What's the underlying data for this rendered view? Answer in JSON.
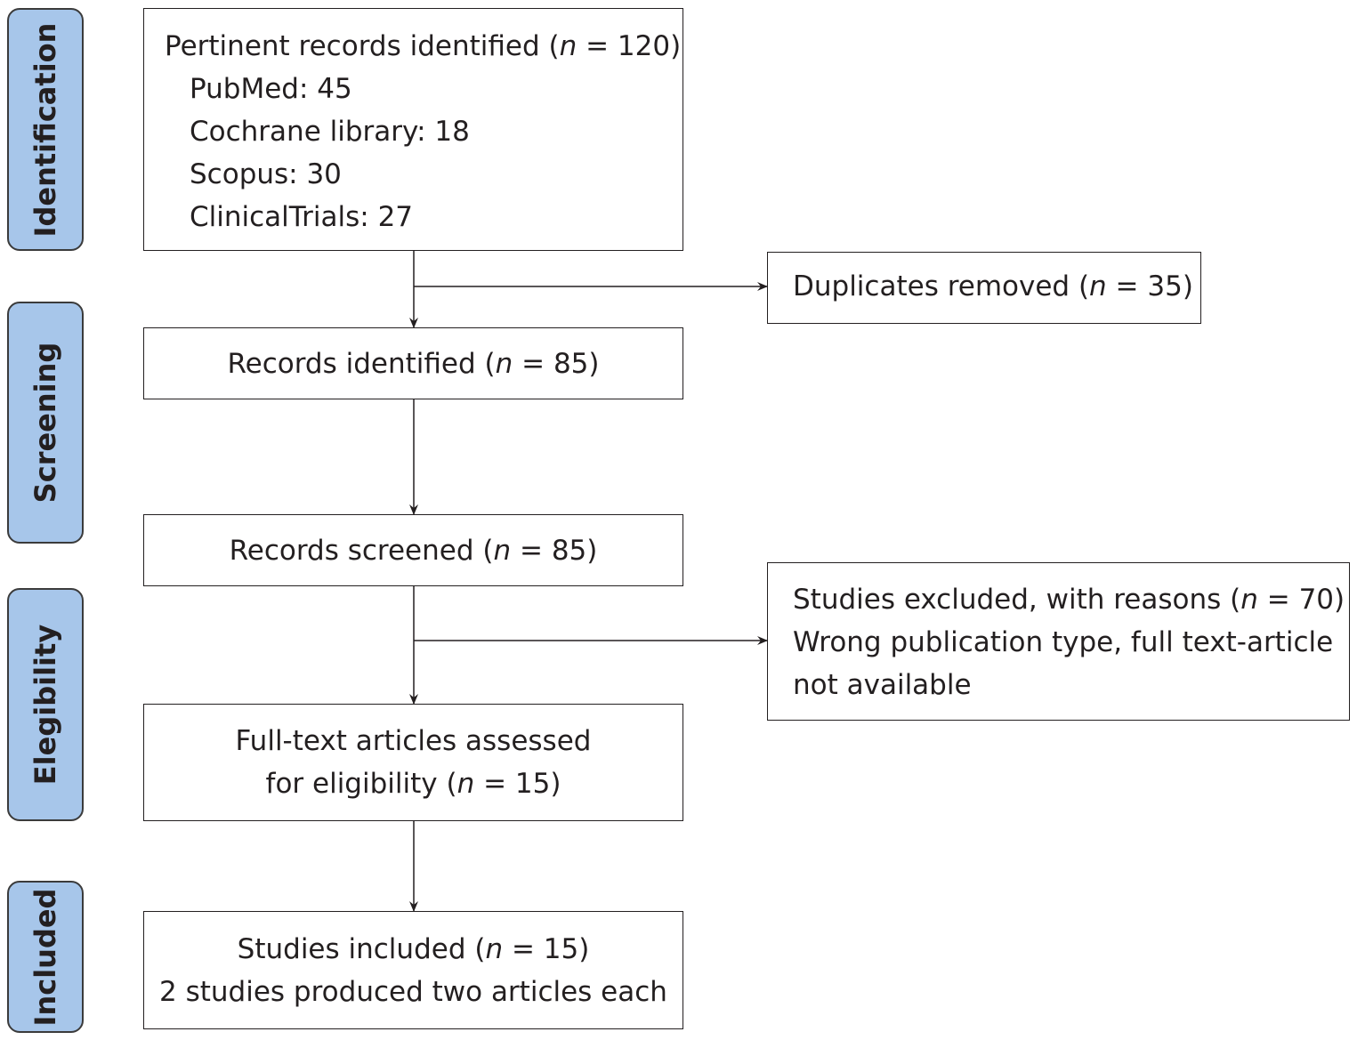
{
  "phases": {
    "identification": "Identification",
    "screening": "Screening",
    "eligibility": "Elegibility",
    "included": "Included"
  },
  "n_symbol": "n",
  "boxes": {
    "pertinent": {
      "prefix": "Pertinent records identified (",
      "n_value": " = 120)",
      "sources": [
        "PubMed: 45",
        "Cochrane library: 18",
        "Scopus: 30",
        "ClinicalTrials: 27"
      ]
    },
    "duplicates": {
      "prefix": "Duplicates removed (",
      "n_value": " = 35)"
    },
    "records_identified": {
      "prefix": "Records identified (",
      "n_value": " = 85)"
    },
    "records_screened": {
      "prefix": "Records screened (",
      "n_value": " = 85)"
    },
    "excluded": {
      "prefix": "Studies excluded, with reasons (",
      "n_value": " = 70)",
      "line2": "Wrong publication type, full text-article",
      "line3": "not available"
    },
    "fulltext": {
      "line1": "Full-text articles assessed",
      "prefix": "for eligibility (",
      "n_value": " = 15)"
    },
    "included": {
      "prefix": "Studies included (",
      "n_value": " = 15)",
      "line2": "2 studies produced two articles each"
    }
  }
}
